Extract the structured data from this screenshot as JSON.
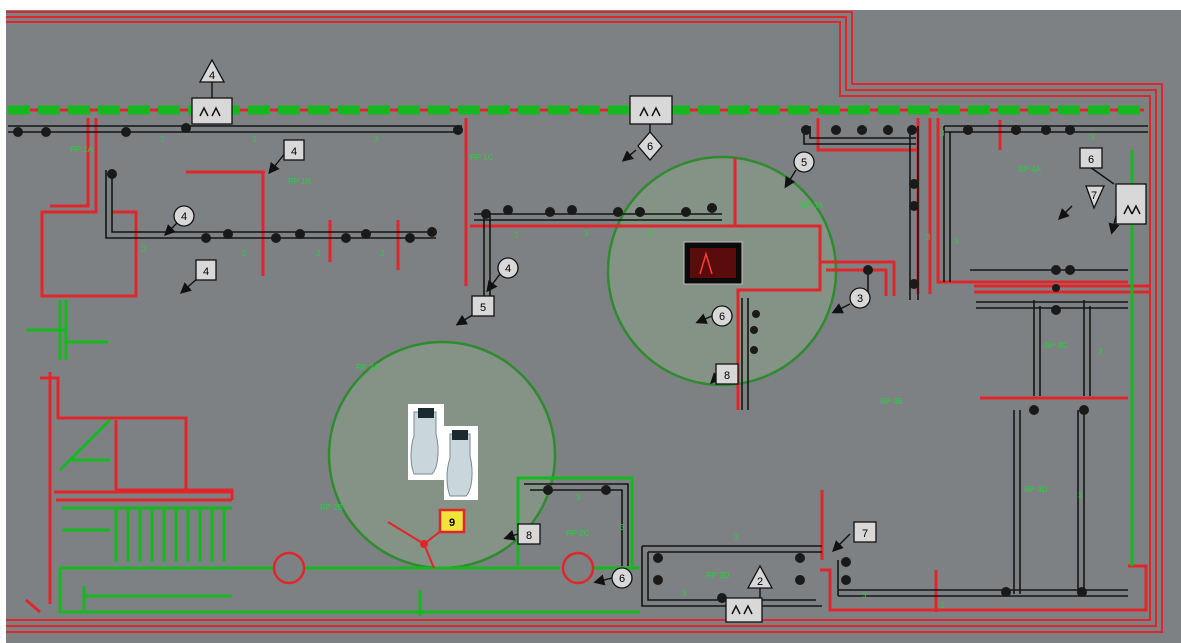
{
  "colors": {
    "background": "#7e8184",
    "wall": "#e0262a",
    "conduit": "#15b81e",
    "cable": "#141414",
    "coverage": "#2e8b2e",
    "highlight": "#f2e33a"
  },
  "tags": [
    {
      "id": "t1",
      "label": "4",
      "shape": "square"
    },
    {
      "id": "t2",
      "label": "4",
      "shape": "circle"
    },
    {
      "id": "t3",
      "label": "4",
      "shape": "square"
    },
    {
      "id": "t4",
      "label": "4",
      "shape": "circle"
    },
    {
      "id": "t5",
      "label": "5",
      "shape": "square"
    },
    {
      "id": "t6",
      "label": "5",
      "shape": "circle"
    },
    {
      "id": "t7",
      "label": "3",
      "shape": "circle"
    },
    {
      "id": "t8",
      "label": "6",
      "shape": "circle"
    },
    {
      "id": "t9",
      "label": "8",
      "shape": "square"
    },
    {
      "id": "t10",
      "label": "6",
      "shape": "square"
    },
    {
      "id": "t11",
      "label": "7",
      "shape": "triangle"
    },
    {
      "id": "t12",
      "label": "6",
      "shape": "diamond"
    },
    {
      "id": "t13",
      "label": "9",
      "shape": "square-highlight"
    },
    {
      "id": "t14",
      "label": "8",
      "shape": "square"
    },
    {
      "id": "t15",
      "label": "6",
      "shape": "circle"
    },
    {
      "id": "t16",
      "label": "7",
      "shape": "square"
    },
    {
      "id": "t17",
      "label": "4",
      "shape": "triangle"
    },
    {
      "id": "t18",
      "label": "2",
      "shape": "triangle"
    }
  ],
  "icons": [
    "access-point-icon",
    "wifi-router-icon",
    "server-rack-icon",
    "kiosk-icon"
  ]
}
